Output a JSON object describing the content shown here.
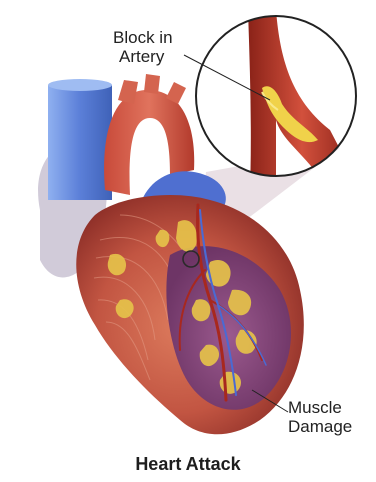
{
  "diagram": {
    "title": "Heart Attack",
    "labels": {
      "block": [
        "Block in",
        "Artery"
      ],
      "muscle": [
        "Muscle",
        "Damage"
      ]
    }
  },
  "colors": {
    "background": "#ffffff",
    "heart_muscle": "#c8614e",
    "vein_blue": "#5b7fd8",
    "damage_purple": "#8a4a82",
    "fat_yellow": "#e6c24a",
    "artery_red": "#b8392b",
    "inset_border": "#222222"
  },
  "icons": [
    "heart-illustration",
    "artery-inset",
    "blockage-circle"
  ]
}
